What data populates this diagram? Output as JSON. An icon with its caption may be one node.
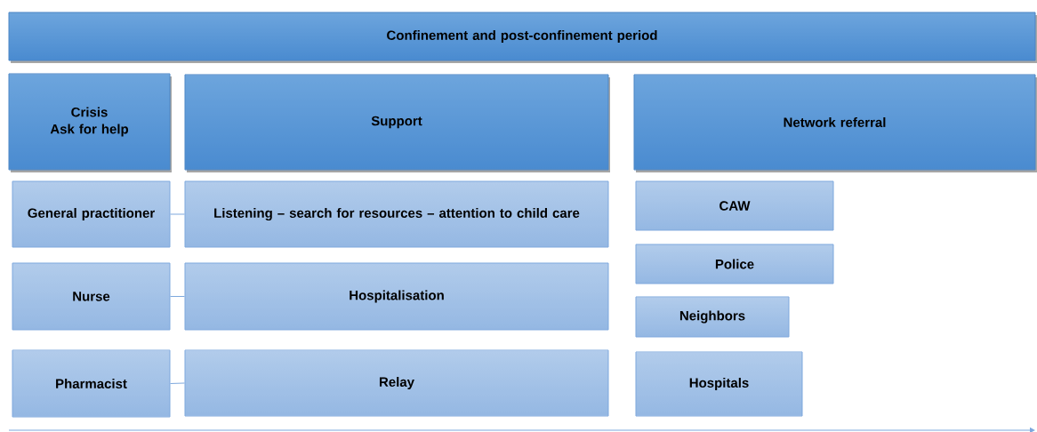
{
  "diagram": {
    "nodes": [
      {
        "text": [
          "Confinement and post-confinement period"
        ]
      },
      {
        "text": [
          "Crisis",
          "Ask for help"
        ]
      },
      {
        "text": [
          "Support"
        ]
      },
      {
        "text": [
          "Network referral"
        ]
      },
      {
        "text": [
          "General practitioner"
        ]
      },
      {
        "text": [
          "Listening – search for resources – attention to child care"
        ]
      },
      {
        "text": [
          "Nurse"
        ]
      },
      {
        "text": [
          "Hospitalisation"
        ]
      },
      {
        "text": [
          "Pharmacist"
        ]
      },
      {
        "text": [
          "Relay"
        ]
      },
      {
        "text": [
          "CAW"
        ]
      },
      {
        "text": [
          "Police"
        ]
      },
      {
        "text": [
          "Neighbors"
        ]
      },
      {
        "text": [
          "Hospitals"
        ]
      }
    ],
    "edges": [
      {
        "from": 4,
        "to": 5,
        "arrow": "none"
      },
      {
        "from": 6,
        "to": 7,
        "arrow": "none"
      },
      {
        "from": 8,
        "to": 9,
        "arrow": "none"
      }
    ]
  }
}
